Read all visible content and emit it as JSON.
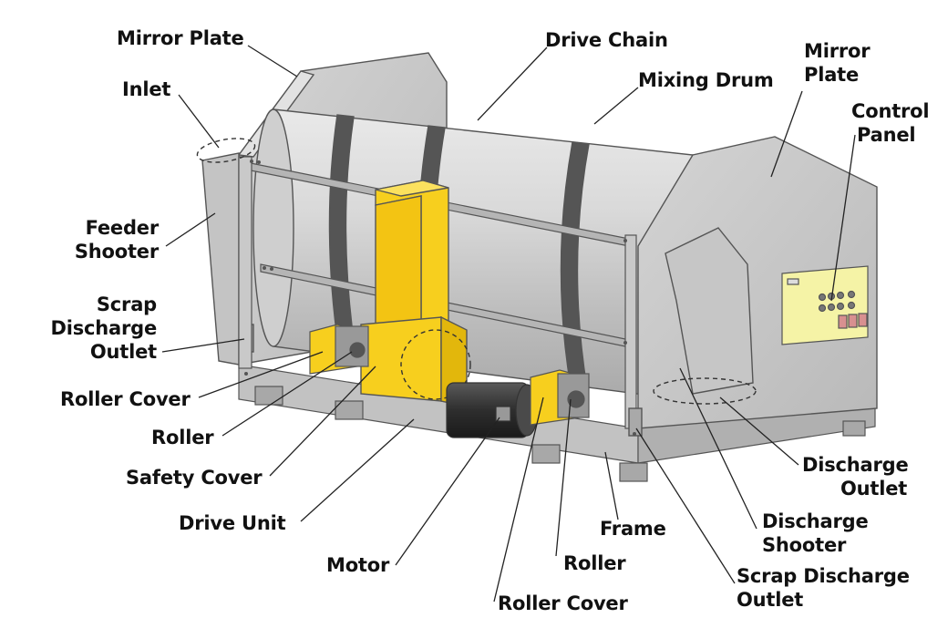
{
  "labels": {
    "mirror_plate_left": "Mirror Plate",
    "inlet": "Inlet",
    "feeder_shooter_1": "Feeder",
    "feeder_shooter_2": "Shooter",
    "scrap_outlet_left_1": "Scrap",
    "scrap_outlet_left_2": "Discharge",
    "scrap_outlet_left_3": "Outlet",
    "roller_cover_left": "Roller Cover",
    "roller_left": "Roller",
    "safety_cover": "Safety Cover",
    "drive_unit": "Drive Unit",
    "motor": "Motor",
    "roller_cover_bottom": "Roller Cover",
    "roller_right": "Roller",
    "frame": "Frame",
    "drive_chain": "Drive Chain",
    "mixing_drum": "Mixing Drum",
    "mirror_plate_right_1": "Mirror",
    "mirror_plate_right_2": "Plate",
    "control_panel_1": "Control",
    "control_panel_2": "Panel",
    "discharge_outlet_1": "Discharge",
    "discharge_outlet_2": "Outlet",
    "discharge_shooter_1": "Discharge",
    "discharge_shooter_2": "Shooter",
    "scrap_outlet_right_1": "Scrap Discharge",
    "scrap_outlet_right_2": "Outlet"
  },
  "colors": {
    "machine_body": "#c9c9c9",
    "drum": "#d6d6d6",
    "drive_unit_yellow": "#f7cf1e",
    "control_panel": "#f5f3a6",
    "motor": "#3a3a3a",
    "outline": "#555555"
  }
}
